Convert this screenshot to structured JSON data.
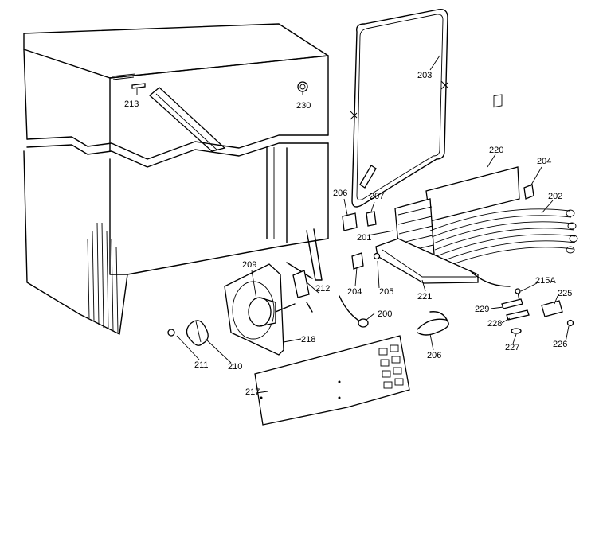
{
  "parts": [
    {
      "id": "p213",
      "label": "213"
    },
    {
      "id": "p230",
      "label": "230"
    },
    {
      "id": "p203",
      "label": "203"
    },
    {
      "id": "p220",
      "label": "220"
    },
    {
      "id": "p204a",
      "label": "204"
    },
    {
      "id": "p202",
      "label": "202"
    },
    {
      "id": "p206a",
      "label": "206"
    },
    {
      "id": "p207",
      "label": "207"
    },
    {
      "id": "p201",
      "label": "201"
    },
    {
      "id": "p209",
      "label": "209"
    },
    {
      "id": "p212",
      "label": "212"
    },
    {
      "id": "p204b",
      "label": "204"
    },
    {
      "id": "p205",
      "label": "205"
    },
    {
      "id": "p221",
      "label": "221"
    },
    {
      "id": "p215a",
      "label": "215A"
    },
    {
      "id": "p225",
      "label": "225"
    },
    {
      "id": "p229",
      "label": "229"
    },
    {
      "id": "p228a",
      "label": "228"
    },
    {
      "id": "p200",
      "label": "200"
    },
    {
      "id": "p218",
      "label": "218"
    },
    {
      "id": "p227",
      "label": "227"
    },
    {
      "id": "p226",
      "label": "226"
    },
    {
      "id": "p206b",
      "label": "206"
    },
    {
      "id": "p211",
      "label": "211"
    },
    {
      "id": "p210",
      "label": "210"
    },
    {
      "id": "p217",
      "label": "217"
    }
  ]
}
